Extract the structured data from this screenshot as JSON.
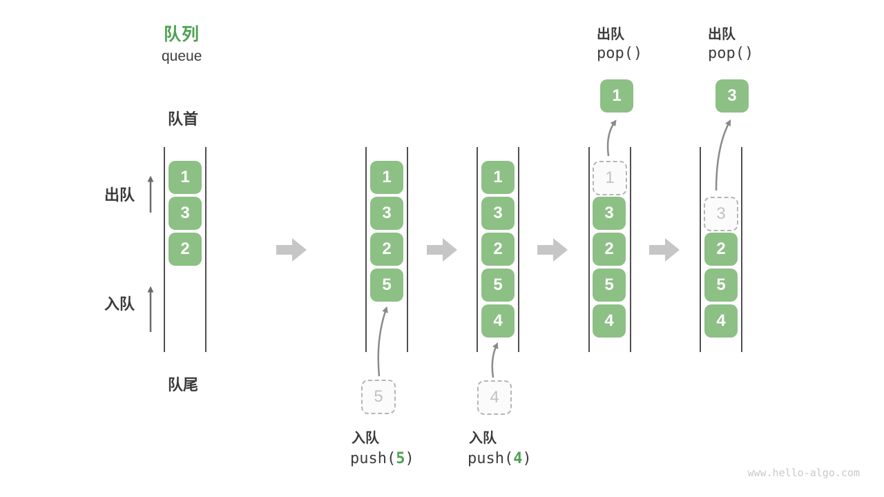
{
  "title": {
    "zh": "队列",
    "en": "queue"
  },
  "labels": {
    "front": "队首",
    "rear": "队尾",
    "dequeue_side": "出队",
    "enqueue_side": "入队"
  },
  "operations": {
    "push5": {
      "name": "入队",
      "code_open": "push(",
      "arg": "5",
      "code_close": ")"
    },
    "push4": {
      "name": "入队",
      "code_open": "push(",
      "arg": "4",
      "code_close": ")"
    },
    "pop1": {
      "name": "出队",
      "code": "pop()"
    },
    "pop2": {
      "name": "出队",
      "code": "pop()"
    }
  },
  "states": [
    {
      "slots": [
        "1",
        "3",
        "2"
      ]
    },
    {
      "slots": [
        "1",
        "3",
        "2",
        "5"
      ],
      "incoming": "5"
    },
    {
      "slots": [
        "1",
        "3",
        "2",
        "5",
        "4"
      ],
      "incoming": "4"
    },
    {
      "ghost": "1",
      "slots": [
        "3",
        "2",
        "5",
        "4"
      ],
      "popped": "1"
    },
    {
      "ghost": "3",
      "slots": [
        "2",
        "5",
        "4"
      ],
      "popped": "3"
    }
  ],
  "footer": "www.hello-algo.com",
  "colors": {
    "accent_green": "#4DA151",
    "box_green": "#8CC084",
    "block_arrow_gray": "#C6C6C6",
    "wall_gray": "#4F4F4F",
    "text_dark": "#3A3A3A",
    "ghost_gray": "#C2C2C2"
  }
}
